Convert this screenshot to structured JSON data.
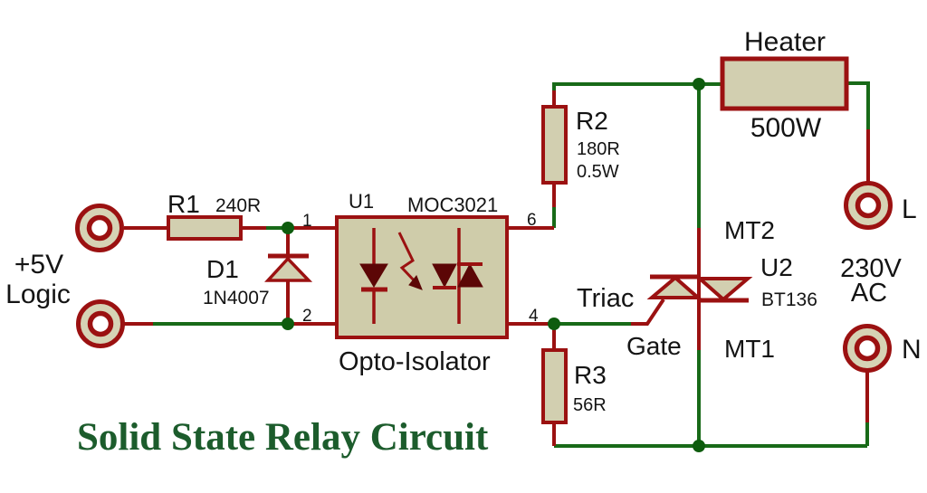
{
  "title": "Solid State Relay Circuit",
  "colors": {
    "wire_green": "#186a18",
    "junction_green": "#0e5c0e",
    "wire_red": "#9b1111",
    "component_fill": "#d2cfb0",
    "ic_fill": "#cfccaa",
    "symbol_dark": "#5c0606",
    "label_black": "#141414",
    "title_green": "#1c5c2c",
    "background": "#ffffff",
    "terminal_fill": "#d6d3b5"
  },
  "logic_input": {
    "line1": "+5V",
    "line2": "Logic"
  },
  "components": {
    "r1": {
      "ref": "R1",
      "value": "240R"
    },
    "d1": {
      "ref": "D1",
      "value": "1N4007"
    },
    "u1": {
      "ref": "U1",
      "part": "MOC3021",
      "caption": "Opto-Isolator",
      "pin1": "1",
      "pin2": "2",
      "pin4": "4",
      "pin6": "6"
    },
    "r2": {
      "ref": "R2",
      "value": "180R",
      "power": "0.5W"
    },
    "r3": {
      "ref": "R3",
      "value": "56R"
    },
    "u2": {
      "ref": "U2",
      "part": "BT136",
      "kind": "Triac",
      "mt2": "MT2",
      "mt1": "MT1",
      "gate": "Gate"
    },
    "heater": {
      "name": "Heater",
      "power": "500W"
    },
    "ac_supply": {
      "voltage": "230V",
      "current_type": "AC",
      "live": "L",
      "neutral": "N"
    }
  }
}
